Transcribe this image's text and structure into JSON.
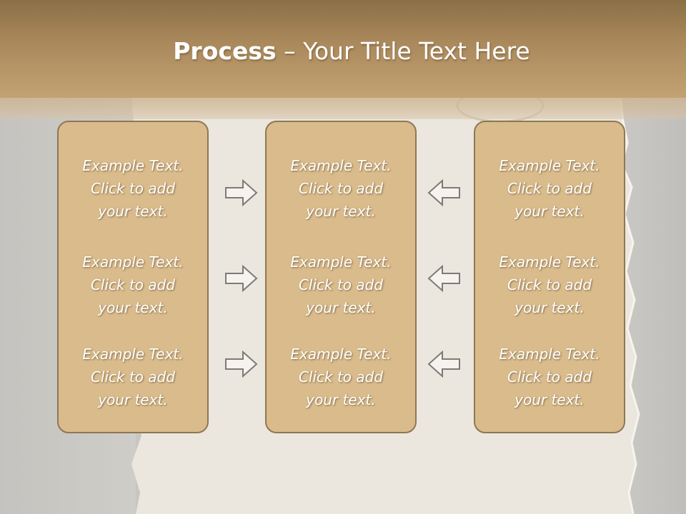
{
  "slide": {
    "title_bold": "Process",
    "title_rest": " – Your Title Text Here"
  },
  "columns": [
    {
      "items": [
        {
          "line1": "Example Text.",
          "line2": "Click  to add",
          "line3": "your text."
        },
        {
          "line1": "Example Text.",
          "line2": "Click  to add",
          "line3": "your text."
        },
        {
          "line1": "Example Text.",
          "line2": "Click  to add",
          "line3": "your text."
        }
      ]
    },
    {
      "items": [
        {
          "line1": "Example Text.",
          "line2": "Click  to add",
          "line3": "your text."
        },
        {
          "line1": "Example Text.",
          "line2": "Click  to add",
          "line3": "your text."
        },
        {
          "line1": "Example Text.",
          "line2": "Click  to add",
          "line3": "your text."
        }
      ]
    },
    {
      "items": [
        {
          "line1": "Example Text.",
          "line2": "Click  to add",
          "line3": "your text."
        },
        {
          "line1": "Example Text.",
          "line2": "Click  to add",
          "line3": "your text."
        },
        {
          "line1": "Example Text.",
          "line2": "Click  to add",
          "line3": "your text."
        }
      ]
    }
  ],
  "arrows": {
    "left_to_center": "right-arrow-icon",
    "right_to_center": "left-arrow-icon"
  },
  "colors": {
    "header": "#a8875a",
    "box_fill": "#d9bb8c",
    "box_border": "#8f7755",
    "paper": "#ebe6dc"
  }
}
